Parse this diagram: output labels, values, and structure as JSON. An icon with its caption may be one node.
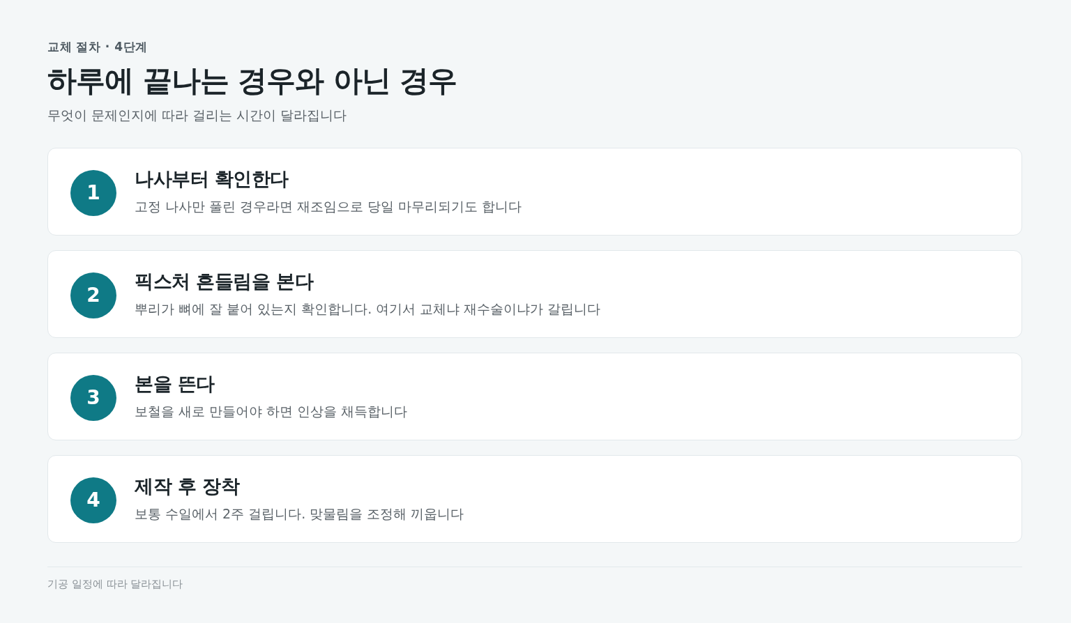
{
  "diagram": {
    "title": "하루에 끝나는 경우와 아닌 경우",
    "nodes": [
      {
        "text": [
          "나사부터 확인한다",
          "고정 나사만 풀린 경우라면 재조임으로 당일 마무리되기도 합니다"
        ]
      },
      {
        "text": [
          "1"
        ],
        "in": 0
      },
      {
        "text": [
          "픽스처 흔들림을 본다",
          "뿌리가 뼈에 잘 붙어 있는지 확인합니다. 여기서 교체냐 재수술이냐가 갈립니다"
        ]
      },
      {
        "text": [
          "2"
        ],
        "in": 2
      },
      {
        "text": [
          "본을 뜬다",
          "보철을 새로 만들어야 하면 인상을 채득합니다"
        ]
      },
      {
        "text": [
          "3"
        ],
        "in": 4
      },
      {
        "text": [
          "제작 후 장착",
          "보통 수일에서 2주 걸립니다. 맞물림을 조정해 끼웁니다"
        ]
      },
      {
        "text": [
          "4"
        ],
        "in": 6
      }
    ],
    "labels": [
      "교체 절차 · 4단계",
      "무엇이 문제인지에 따라 걸리는 시간이 달라집니다",
      "기공 일정에 따라 달라집니다"
    ]
  }
}
